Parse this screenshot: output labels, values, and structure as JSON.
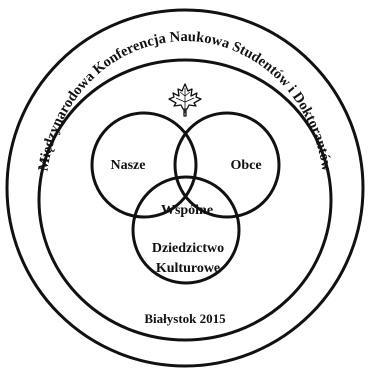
{
  "logo": {
    "arc_title": "Międzynarodowa Konferencja Naukowa Studentów i Doktorantów",
    "year_caption": "Białystok 2015",
    "icon": "maple-leaf-icon",
    "circles": {
      "left": "Nasze",
      "right": "Obce",
      "center": "Wspólne",
      "bottom_line1": "Dziedzictwo",
      "bottom_line2": "Kulturowe"
    },
    "colors": {
      "ink": "#111111",
      "background": "#ffffff"
    }
  }
}
